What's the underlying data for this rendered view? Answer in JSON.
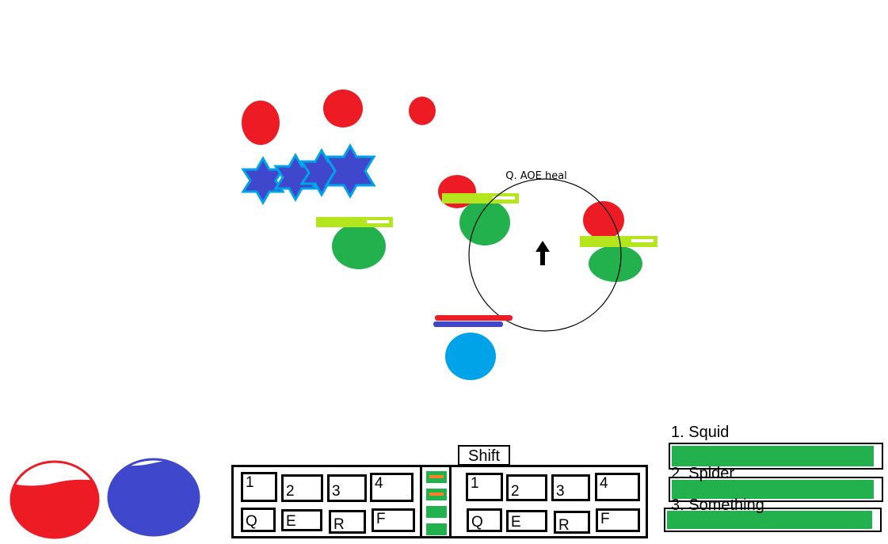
{
  "skill_tooltip": {
    "text": "Q. AOE heal"
  },
  "orbs": {
    "health": {
      "color": "#ed1c24",
      "fill": 0.72
    },
    "mana": {
      "color": "#3f48cc",
      "fill": 0.95
    }
  },
  "action_bar": {
    "modifier_label": "Shift",
    "left_group": {
      "top": [
        "1",
        "2",
        "3",
        "4"
      ],
      "bottom": [
        "Q",
        "E",
        "R",
        "F"
      ]
    },
    "right_group": {
      "top": [
        "1",
        "2",
        "3",
        "4"
      ],
      "bottom": [
        "Q",
        "E",
        "R",
        "F"
      ]
    },
    "center_slots": [
      {
        "color": "#22b14c",
        "marker": "#ff7f27"
      },
      {
        "color": "#22b14c",
        "marker": "#ff7f27"
      },
      {
        "color": "#22b14c",
        "marker": ""
      },
      {
        "color": "#22b14c",
        "marker": ""
      }
    ]
  },
  "party": [
    {
      "label": "1. Squid",
      "health": 0.97
    },
    {
      "label": "2. Spider",
      "health": 0.97
    },
    {
      "label": "3. Something",
      "health": 0.97
    }
  ],
  "colors": {
    "enemy": "#ed1c24",
    "ally": "#22b14c",
    "player": "#00a2e8",
    "star": "#3f48cc",
    "ally_bar": "#b5e61d"
  }
}
